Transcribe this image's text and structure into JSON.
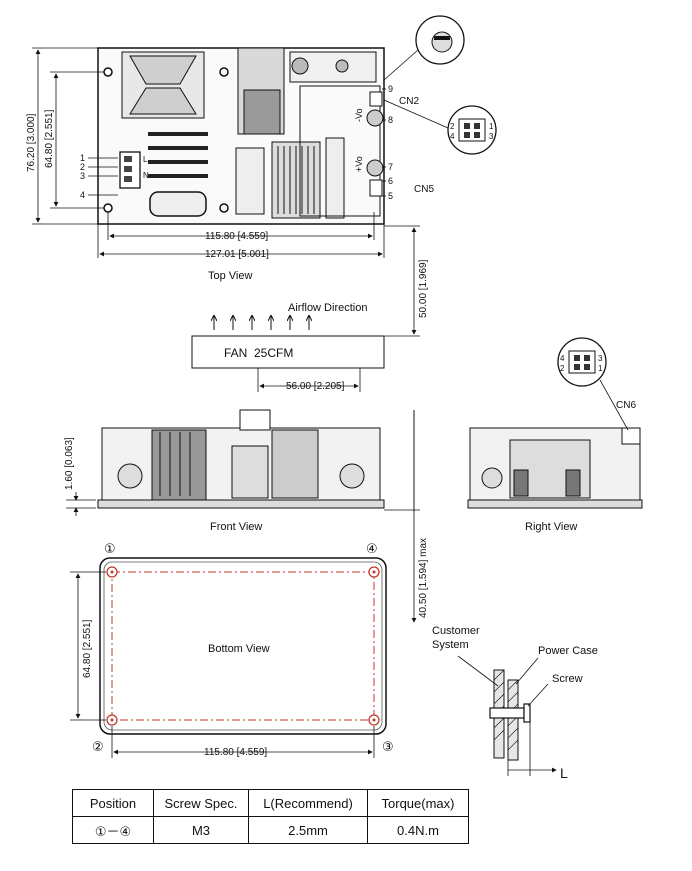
{
  "views": {
    "top": "Top View",
    "front": "Front View",
    "right": "Right View",
    "bottom": "Bottom View"
  },
  "dimensions": {
    "top_height_outer": "76.20 [3.000]",
    "top_height_inner": "64.80 [2.551]",
    "top_width_inner": "115.80 [4.559]",
    "top_width_outer": "127.01 [5.001]",
    "fan_vertical": "50.00 [1.969]",
    "fan_horizontal": "56.00 [2.205]",
    "front_thickness": "1.60 [0.063]",
    "overall_height": "40.50 [1.594] max",
    "bottom_height": "64.80 [2.551]",
    "bottom_width": "115.80 [4.559]"
  },
  "airflow": {
    "label": "Airflow Direction",
    "fan": "FAN  25CFM"
  },
  "connectors": {
    "cn1_pins": [
      "1",
      "2",
      "3",
      "4"
    ],
    "cn1_labels": [
      "L",
      "N"
    ],
    "right_pins": [
      "9",
      "8",
      "7",
      "6",
      "5"
    ],
    "cn2": "CN2",
    "cn5": "CN5",
    "cn6": "CN6",
    "vo_minus": "-Vo",
    "vo_plus": "+Vo",
    "cn2_pins": [
      "2",
      "1",
      "4",
      "3"
    ],
    "cn6_pins": [
      "4",
      "3",
      "2",
      "1"
    ]
  },
  "mounting": {
    "holes": [
      "①",
      "④",
      "②",
      "③"
    ]
  },
  "detail": {
    "customer": "Customer\nSystem",
    "case": "Power Case",
    "screw": "Screw",
    "l": "L"
  },
  "table": {
    "headers": [
      "Position",
      "Screw Spec.",
      "L(Recommend)",
      "Torque(max)"
    ],
    "rows": [
      [
        "①－④",
        "M3",
        "2.5mm",
        "0.4N.m"
      ]
    ]
  }
}
